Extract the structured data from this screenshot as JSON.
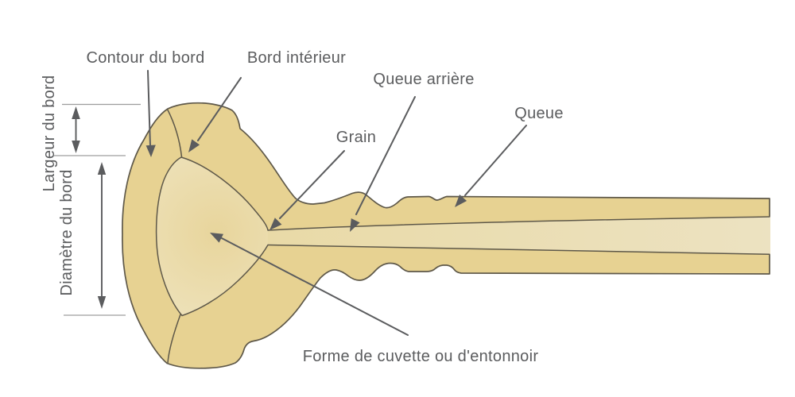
{
  "diagram": {
    "subject": "trumpet mouthpiece cross-section",
    "part_labels": {
      "contour_du_bord": "Contour du bord",
      "bord_interieur": "Bord intérieur",
      "queue_arriere": "Queue arrière",
      "grain": "Grain",
      "queue": "Queue",
      "forme_cuvette": "Forme de cuvette ou d'entonnoir"
    },
    "measure_labels": {
      "largeur_du_bord": "Largeur du bord",
      "diametre_du_bord": "Diamètre du bord"
    }
  },
  "colors": {
    "background": "#ffffff",
    "body-tan": "#e7d292",
    "cup-light": "#eee3bd",
    "cup-center": "#e8d59c",
    "bore-left": "#e9daa7",
    "bore-right": "#ece2c1",
    "outline": "#5e5849",
    "annotation": "#5b5c5e",
    "measure-line": "#9d9d9d"
  }
}
